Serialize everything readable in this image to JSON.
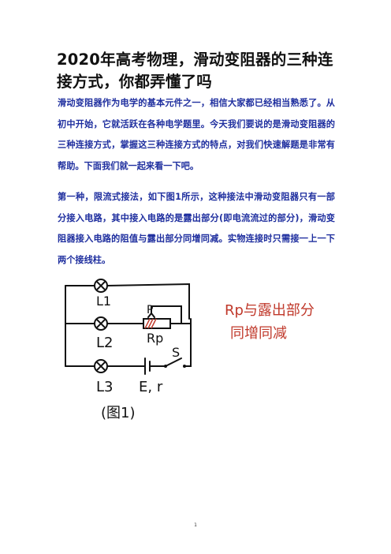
{
  "article": {
    "title": "2020年高考物理，滑动变阻器的三种连接方式，你都弄懂了吗",
    "paragraphs": [
      "滑动变阻器作为电学的基本元件之一，相信大家都已经相当熟悉了。从初中开始，它就活跃在各种电学题里。今天我们要说的是滑动变阻器的三种连接方式，掌握这三种连接方式的特点，对我们快速解题是非常有帮助。下面我们就一起来看一下吧。",
      "第一种，限流式接法，如下图1所示，这种接法中滑动变阻器只有一部分接入电路，其中接入电路的是露出部分(即电流流过的部分)，滑动变阻器接入电路的阻值与露出部分同增同减。实物连接时只需接一上一下两个接线柱。"
    ]
  },
  "figure": {
    "labels": {
      "l1": "L1",
      "l2": "L2",
      "l3": "L3",
      "p": "P",
      "rp": "Rp",
      "s": "S",
      "er": "E, r",
      "caption": "(图1)"
    },
    "note": [
      "Rp与露出部分",
      "同增同减"
    ]
  },
  "page_number": "1"
}
